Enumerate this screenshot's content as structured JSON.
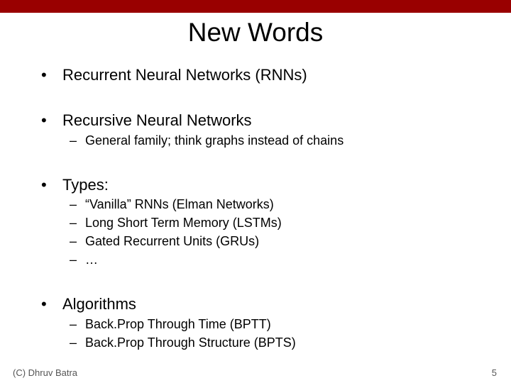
{
  "slide": {
    "title": "New Words",
    "bullet_symbol": "•",
    "dash_symbol": "–",
    "bullets": [
      {
        "text": "Recurrent Neural Networks (RNNs)"
      },
      {
        "text": "Recursive Neural Networks",
        "subs": [
          "General family; think graphs instead of chains"
        ]
      },
      {
        "text": "Types:",
        "subs": [
          "“Vanilla” RNNs (Elman Networks)",
          "Long Short Term Memory (LSTMs)",
          "Gated Recurrent Units (GRUs)",
          "…"
        ]
      },
      {
        "text": "Algorithms",
        "subs": [
          "Back.Prop Through Time (BPTT)",
          "Back.Prop Through Structure (BPTS)"
        ]
      }
    ]
  },
  "footer": {
    "credit": "(C) Dhruv Batra",
    "page_number": "5"
  },
  "colors": {
    "accent_bar": "#990000"
  }
}
